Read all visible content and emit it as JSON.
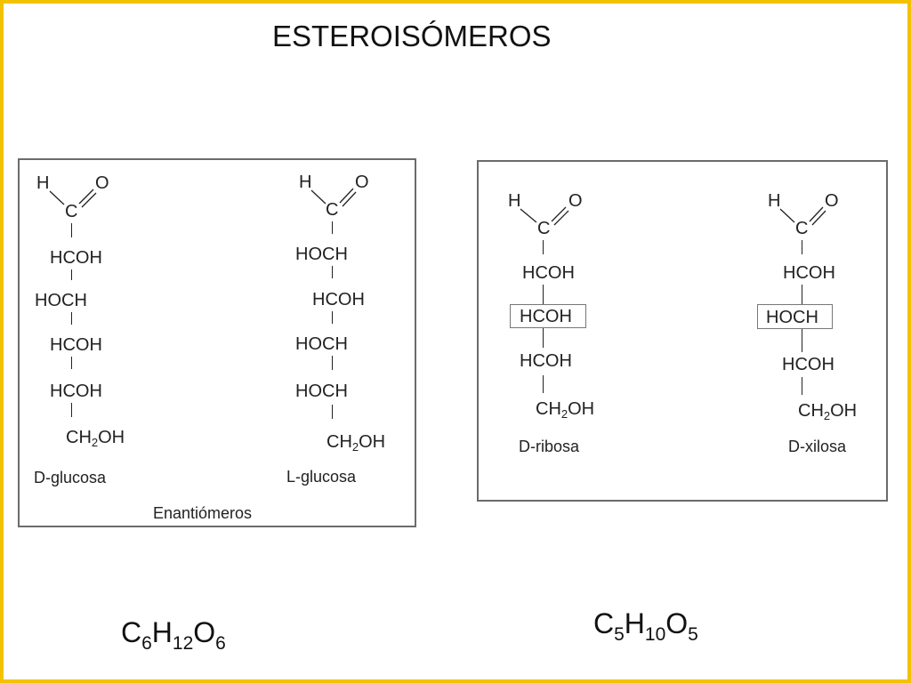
{
  "title": "ESTEROISÓMEROS",
  "left_panel": {
    "d_glucose": {
      "aldehyde": {
        "h": "H",
        "c": "C",
        "o": "O"
      },
      "rows": [
        "HCOH",
        "HOCH",
        "HCOH",
        "HCOH"
      ],
      "terminal": {
        "a": "CH",
        "sub": "2",
        "b": "OH"
      },
      "label": "D-glucosa"
    },
    "l_glucose": {
      "aldehyde": {
        "h": "H",
        "c": "C",
        "o": "O"
      },
      "rows": [
        "HOCH",
        "HCOH",
        "HOCH",
        "HOCH"
      ],
      "terminal": {
        "a": "CH",
        "sub": "2",
        "b": "OH"
      },
      "label": "L-glucosa"
    },
    "caption": "Enantiómeros",
    "formula": {
      "c": "C",
      "c_n": "6",
      "h": "H",
      "h_n": "12",
      "o": "O",
      "o_n": "6"
    }
  },
  "right_panel": {
    "d_ribose": {
      "aldehyde": {
        "h": "H",
        "c": "C",
        "o": "O"
      },
      "rows": [
        "HCOH",
        "HCOH",
        "HCOH"
      ],
      "terminal": {
        "a": "CH",
        "sub": "2",
        "b": "OH"
      },
      "label": "D-ribosa"
    },
    "d_xylose": {
      "aldehyde": {
        "h": "H",
        "c": "C",
        "o": "O"
      },
      "rows": [
        "HCOH",
        "HOCH",
        "HCOH"
      ],
      "terminal": {
        "a": "CH",
        "sub": "2",
        "b": "OH"
      },
      "label": "D-xilosa"
    },
    "formula": {
      "c": "C",
      "c_n": "5",
      "h": "H",
      "h_n": "10",
      "o": "O",
      "o_n": "5"
    }
  },
  "colors": {
    "frame": "#f2c200",
    "box_border": "#6b6b6b",
    "text": "#222222"
  }
}
